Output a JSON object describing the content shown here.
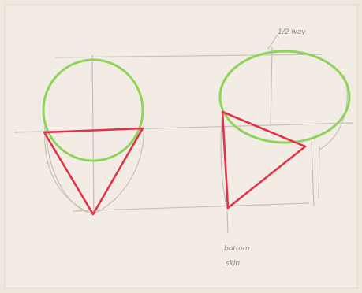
{
  "annotations": {
    "top_right": "1/2 way",
    "bottom_line1": "bottom",
    "bottom_line2": "skin"
  },
  "colors": {
    "paper": "#efe7de",
    "pencil": "#b7b1aa",
    "circle": "#8fd45a",
    "triangle": "#e0334a"
  }
}
